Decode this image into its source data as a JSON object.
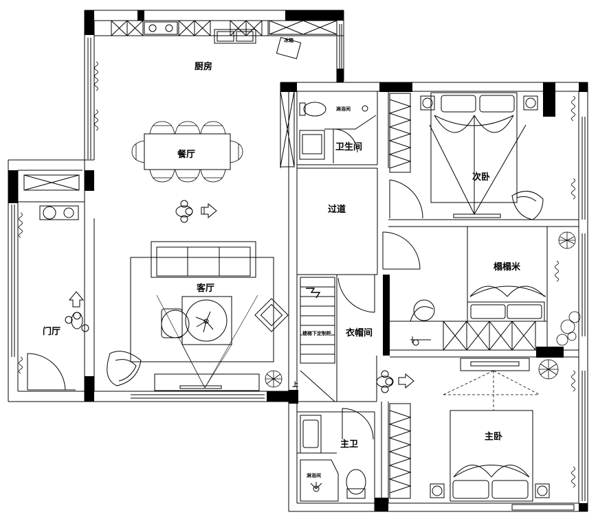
{
  "floor_plan": {
    "rooms": {
      "kitchen": "厨房",
      "dining": "餐厅",
      "living": "客厅",
      "foyer": "门厅",
      "bathroom": "卫生间",
      "second_bedroom": "次卧",
      "hallway": "过道",
      "tatami": "榻榻米",
      "cloakroom": "衣帽间",
      "master_bath": "主卫",
      "master_bedroom": "主卧"
    },
    "fixtures": {
      "fridge": "冰箱",
      "shower_1": "淋浴间",
      "shower_2": "淋浴间",
      "stair_storage": "楼梯下定制柜"
    },
    "stair_mark": "上",
    "colors": {
      "wall": "#000000",
      "line": "#000000",
      "background": "#ffffff"
    }
  }
}
